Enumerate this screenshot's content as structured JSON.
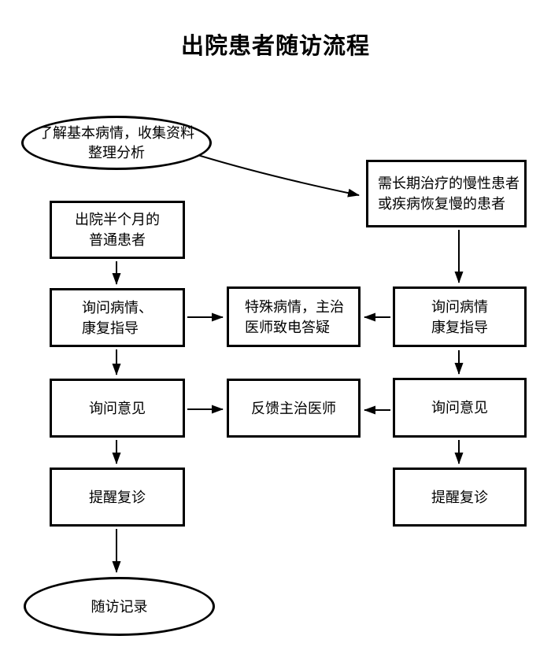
{
  "title": "出院患者随访流程",
  "nodes": {
    "start": {
      "line1": "了解基本病情，收集资料",
      "line2": "整理分析"
    },
    "chronic": {
      "line1": "需长期治疗的慢性患者",
      "line2": "或疾病恢复慢的患者"
    },
    "normal": {
      "line1": "出院半个月的",
      "line2": "普通患者"
    },
    "left_inquiry": {
      "line1": "询问病情、",
      "line2": "康复指导"
    },
    "special": {
      "line1": "特殊病情，主治",
      "line2": "医师致电答疑"
    },
    "right_inquiry": {
      "line1": "询问病情",
      "line2": "康复指导"
    },
    "left_opinion": {
      "label": "询问意见"
    },
    "feedback": {
      "label": "反馈主治医师"
    },
    "right_opinion": {
      "label": "询问意见"
    },
    "left_remind": {
      "label": "提醒复诊"
    },
    "right_remind": {
      "label": "提醒复诊"
    },
    "record": {
      "label": "随访记录"
    }
  },
  "edges": [
    {
      "from": "start",
      "to": "chronic"
    },
    {
      "from": "normal",
      "to": "left_inquiry"
    },
    {
      "from": "chronic",
      "to": "right_inquiry"
    },
    {
      "from": "left_inquiry",
      "to": "special"
    },
    {
      "from": "right_inquiry",
      "to": "special"
    },
    {
      "from": "left_inquiry",
      "to": "left_opinion"
    },
    {
      "from": "right_inquiry",
      "to": "right_opinion"
    },
    {
      "from": "left_opinion",
      "to": "feedback"
    },
    {
      "from": "right_opinion",
      "to": "feedback"
    },
    {
      "from": "left_opinion",
      "to": "left_remind"
    },
    {
      "from": "right_opinion",
      "to": "right_remind"
    },
    {
      "from": "left_remind",
      "to": "record"
    }
  ],
  "colors": {
    "line": "#000000",
    "background": "#ffffff",
    "text": "#000000"
  }
}
